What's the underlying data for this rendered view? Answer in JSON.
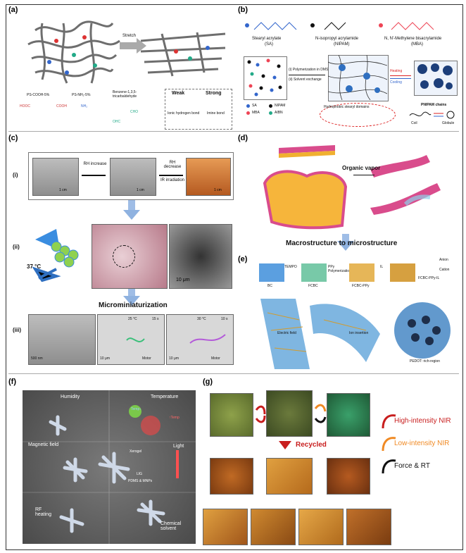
{
  "panels": {
    "a": {
      "label": "(a)",
      "stretch": "Stretch",
      "mat1": "PS-COOH-5%",
      "mat2": "PS-NH₂-5%",
      "mat3": "Benzene-1,3,5-tricarbaldehyde",
      "weak": "Weak",
      "strong": "Strong",
      "weak_sub": "Ionic hydrogen bond",
      "strong_sub": "Imine bond",
      "cooh_left": "HOOC",
      "cooh_right": "COOH",
      "nh2": "NH₂",
      "cho": "CHO",
      "ohc": "OHC"
    },
    "b": {
      "label": "(b)",
      "m1": "Stearyl acrylate",
      "m1_abbr": "(SA)",
      "m2": "N-isopropyl acrylamide",
      "m2_abbr": "(NIPAM)",
      "m3": "N, N'-Methylene bisacrylamide",
      "m3_abbr": "(MBA)",
      "step1": "(i) Polymerization in DMSO at 70 °C",
      "step2": "(ii) Solvent exchange",
      "heating": "Heating",
      "cooling": "Cooling",
      "legend": [
        "SA",
        "NIPAM",
        "MBA",
        "AIBN"
      ],
      "domains": "Hydrophobic stearyl domains",
      "chains": "PNIPAM chains",
      "coil": "Coil",
      "globule": "Globule"
    },
    "c": {
      "label": "(c)",
      "row1": "(i)",
      "row2": "(ii)",
      "row3": "(iii)",
      "rh_inc": "RH increase",
      "rh_dec": "RH decrease",
      "ir": "IR irradiation",
      "scale_cm": "1 cm",
      "temp": "37 °C",
      "scale_um": "10 μm",
      "micro": "Microminiaturization",
      "scale_nm": "500 nm",
      "t1": "25 °C",
      "t1s": "15 s",
      "t2": "30 °C",
      "t2s": "10 s",
      "motor": "Motor",
      "scale_um_small": "10 μm"
    },
    "d": {
      "label": "(d)",
      "vapor": "Organic vapor",
      "macro": "Macrostructure to microstructure"
    },
    "e": {
      "label": "(e)",
      "tempo": "TEMPO",
      "ppy": "PPy Polymerization",
      "bc": "BC",
      "fcbc": "FCBC",
      "fcbc_ppy": "FCBC-PPy",
      "fcbc_ppy_il": "FCBC-PPy-IL",
      "il": "IL",
      "anion": "Anion",
      "cation": "Cation",
      "field": "Electric field",
      "ion": "Ion insertion",
      "pedot": "PEDOT: rich-region"
    },
    "f": {
      "label": "(f)",
      "humidity": "Humidity",
      "temperature": "Temperature",
      "temp_up": "↑Temp",
      "temp_dn": "Temp↓",
      "magnetic": "Magnetic field",
      "light": "Light",
      "xerogel": "Xerogel",
      "lig": "LIG",
      "pdms": "PDMS & MNPs",
      "rf": "RF heating",
      "chemical": "Chemical solvent"
    },
    "g": {
      "label": "(g)",
      "recycled": "Recycled",
      "legend_high": "High-intensity NIR",
      "legend_low": "Low-intensity NIR",
      "legend_force": "Force & RT"
    }
  },
  "colors": {
    "accent_blue": "#8fb2e0",
    "red": "#c81e1e",
    "orange": "#f08a24",
    "dark": "#111111"
  }
}
